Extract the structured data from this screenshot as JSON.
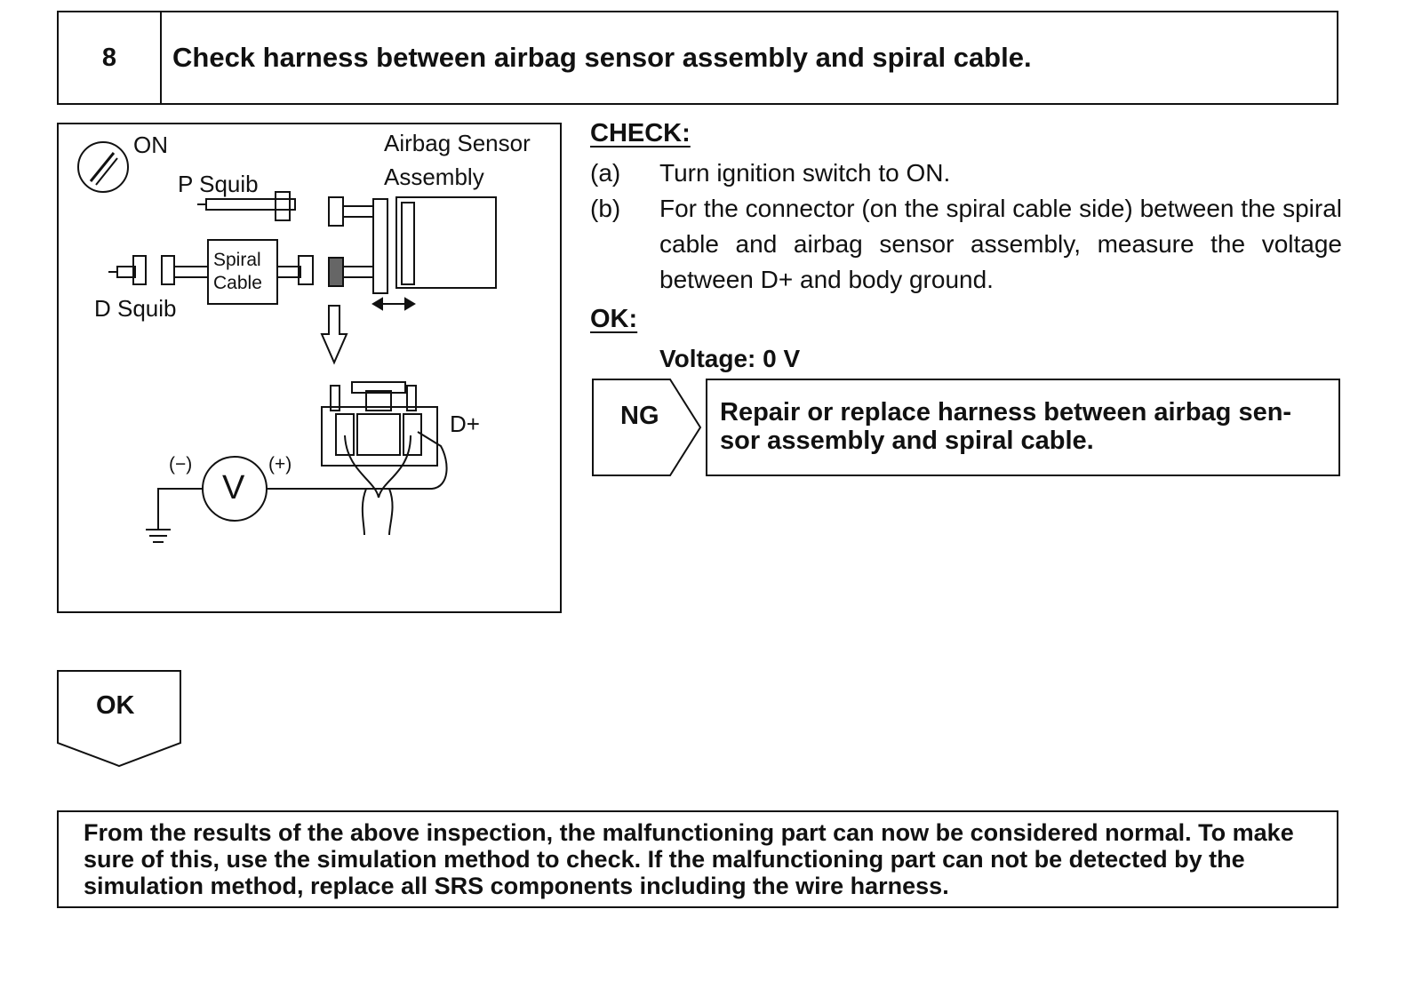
{
  "step": {
    "number": "8",
    "title": "Check harness between airbag sensor assembly and spiral cable."
  },
  "figure": {
    "ignition_label": "ON",
    "airbag_sensor_label_1": "Airbag Sensor",
    "airbag_sensor_label_2": "Assembly",
    "p_squib_label": "P Squib",
    "d_squib_label": "D Squib",
    "spiral_cable_label_1": "Spiral",
    "spiral_cable_label_2": "Cable",
    "terminal_label": "D+",
    "voltmeter_symbol": "V",
    "negative_label": "(−)",
    "positive_label": "(+)"
  },
  "check": {
    "title": "CHECK:",
    "steps": [
      {
        "label": "(a)",
        "text": "Turn ignition switch to ON."
      },
      {
        "label": "(b)",
        "text": "For the connector (on the spiral cable side) between the spiral cable and airbag sensor assembly, measure the voltage between D+ and body ground."
      }
    ],
    "ok_title": "OK:",
    "ok_spec": "Voltage: 0 V"
  },
  "ng": {
    "label": "NG",
    "action": "Repair or replace harness between airbag sen- sor assembly and spiral cable."
  },
  "ok_tab": {
    "label": "OK"
  },
  "result": {
    "text": "From the results of the above inspection, the malfunctioning part can now be considered normal. To make sure of this, use the simulation method to check. If the malfunctioning part can not be detected by the simulation method, replace all SRS components including the wire harness."
  }
}
